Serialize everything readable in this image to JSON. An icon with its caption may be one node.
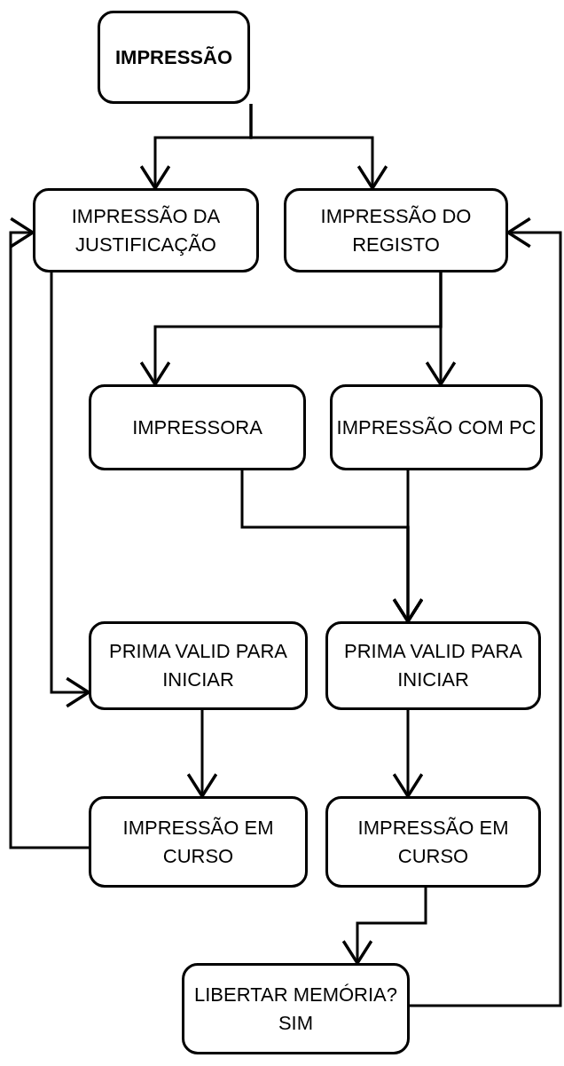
{
  "diagram": {
    "nodes": [
      {
        "text": [
          "IMPRESSÃO"
        ]
      },
      {
        "text": [
          "IMPRESSÃO DA JUSTIFICAÇÃO"
        ]
      },
      {
        "text": [
          "IMPRESSÃO DO REGISTO"
        ]
      },
      {
        "text": [
          "IMPRESSORA"
        ]
      },
      {
        "text": [
          "IMPRESSÃO COM PC"
        ]
      },
      {
        "text": [
          "PRIMA VALID PARA INICIAR"
        ]
      },
      {
        "text": [
          "PRIMA VALID PARA INICIAR"
        ]
      },
      {
        "text": [
          "IMPRESSÃO EM CURSO"
        ]
      },
      {
        "text": [
          "IMPRESSÃO EM CURSO"
        ]
      },
      {
        "text": [
          "LIBERTAR MEMÓRIA? SIM"
        ]
      }
    ],
    "edges": [
      {
        "from": 0,
        "to": 1,
        "arrow": "to"
      },
      {
        "from": 0,
        "to": 2,
        "arrow": "to"
      },
      {
        "from": 2,
        "to": 3,
        "arrow": "to"
      },
      {
        "from": 2,
        "to": 4,
        "arrow": "to"
      },
      {
        "from": 1,
        "to": 5,
        "arrow": "to"
      },
      {
        "from": 3,
        "to": 6,
        "arrow": "to"
      },
      {
        "from": 4,
        "to": 6,
        "arrow": "to"
      },
      {
        "from": 5,
        "to": 7,
        "arrow": "to"
      },
      {
        "from": 6,
        "to": 8,
        "arrow": "to"
      },
      {
        "from": 7,
        "to": 1,
        "arrow": "to"
      },
      {
        "from": 8,
        "to": 9,
        "arrow": "to"
      },
      {
        "from": 9,
        "to": 2,
        "arrow": "to"
      }
    ]
  }
}
